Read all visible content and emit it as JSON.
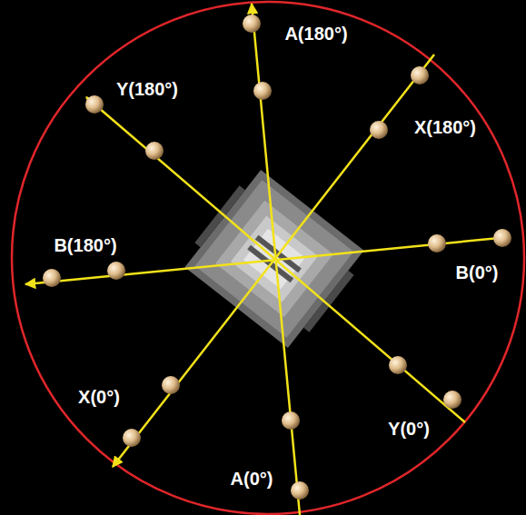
{
  "diagram": {
    "labels": [
      "A(180°)",
      "Y(180°)",
      "X(180°)",
      "B(180°)",
      "B(0°)",
      "X(0°)",
      "Y(0°)",
      "A(0°)"
    ]
  }
}
